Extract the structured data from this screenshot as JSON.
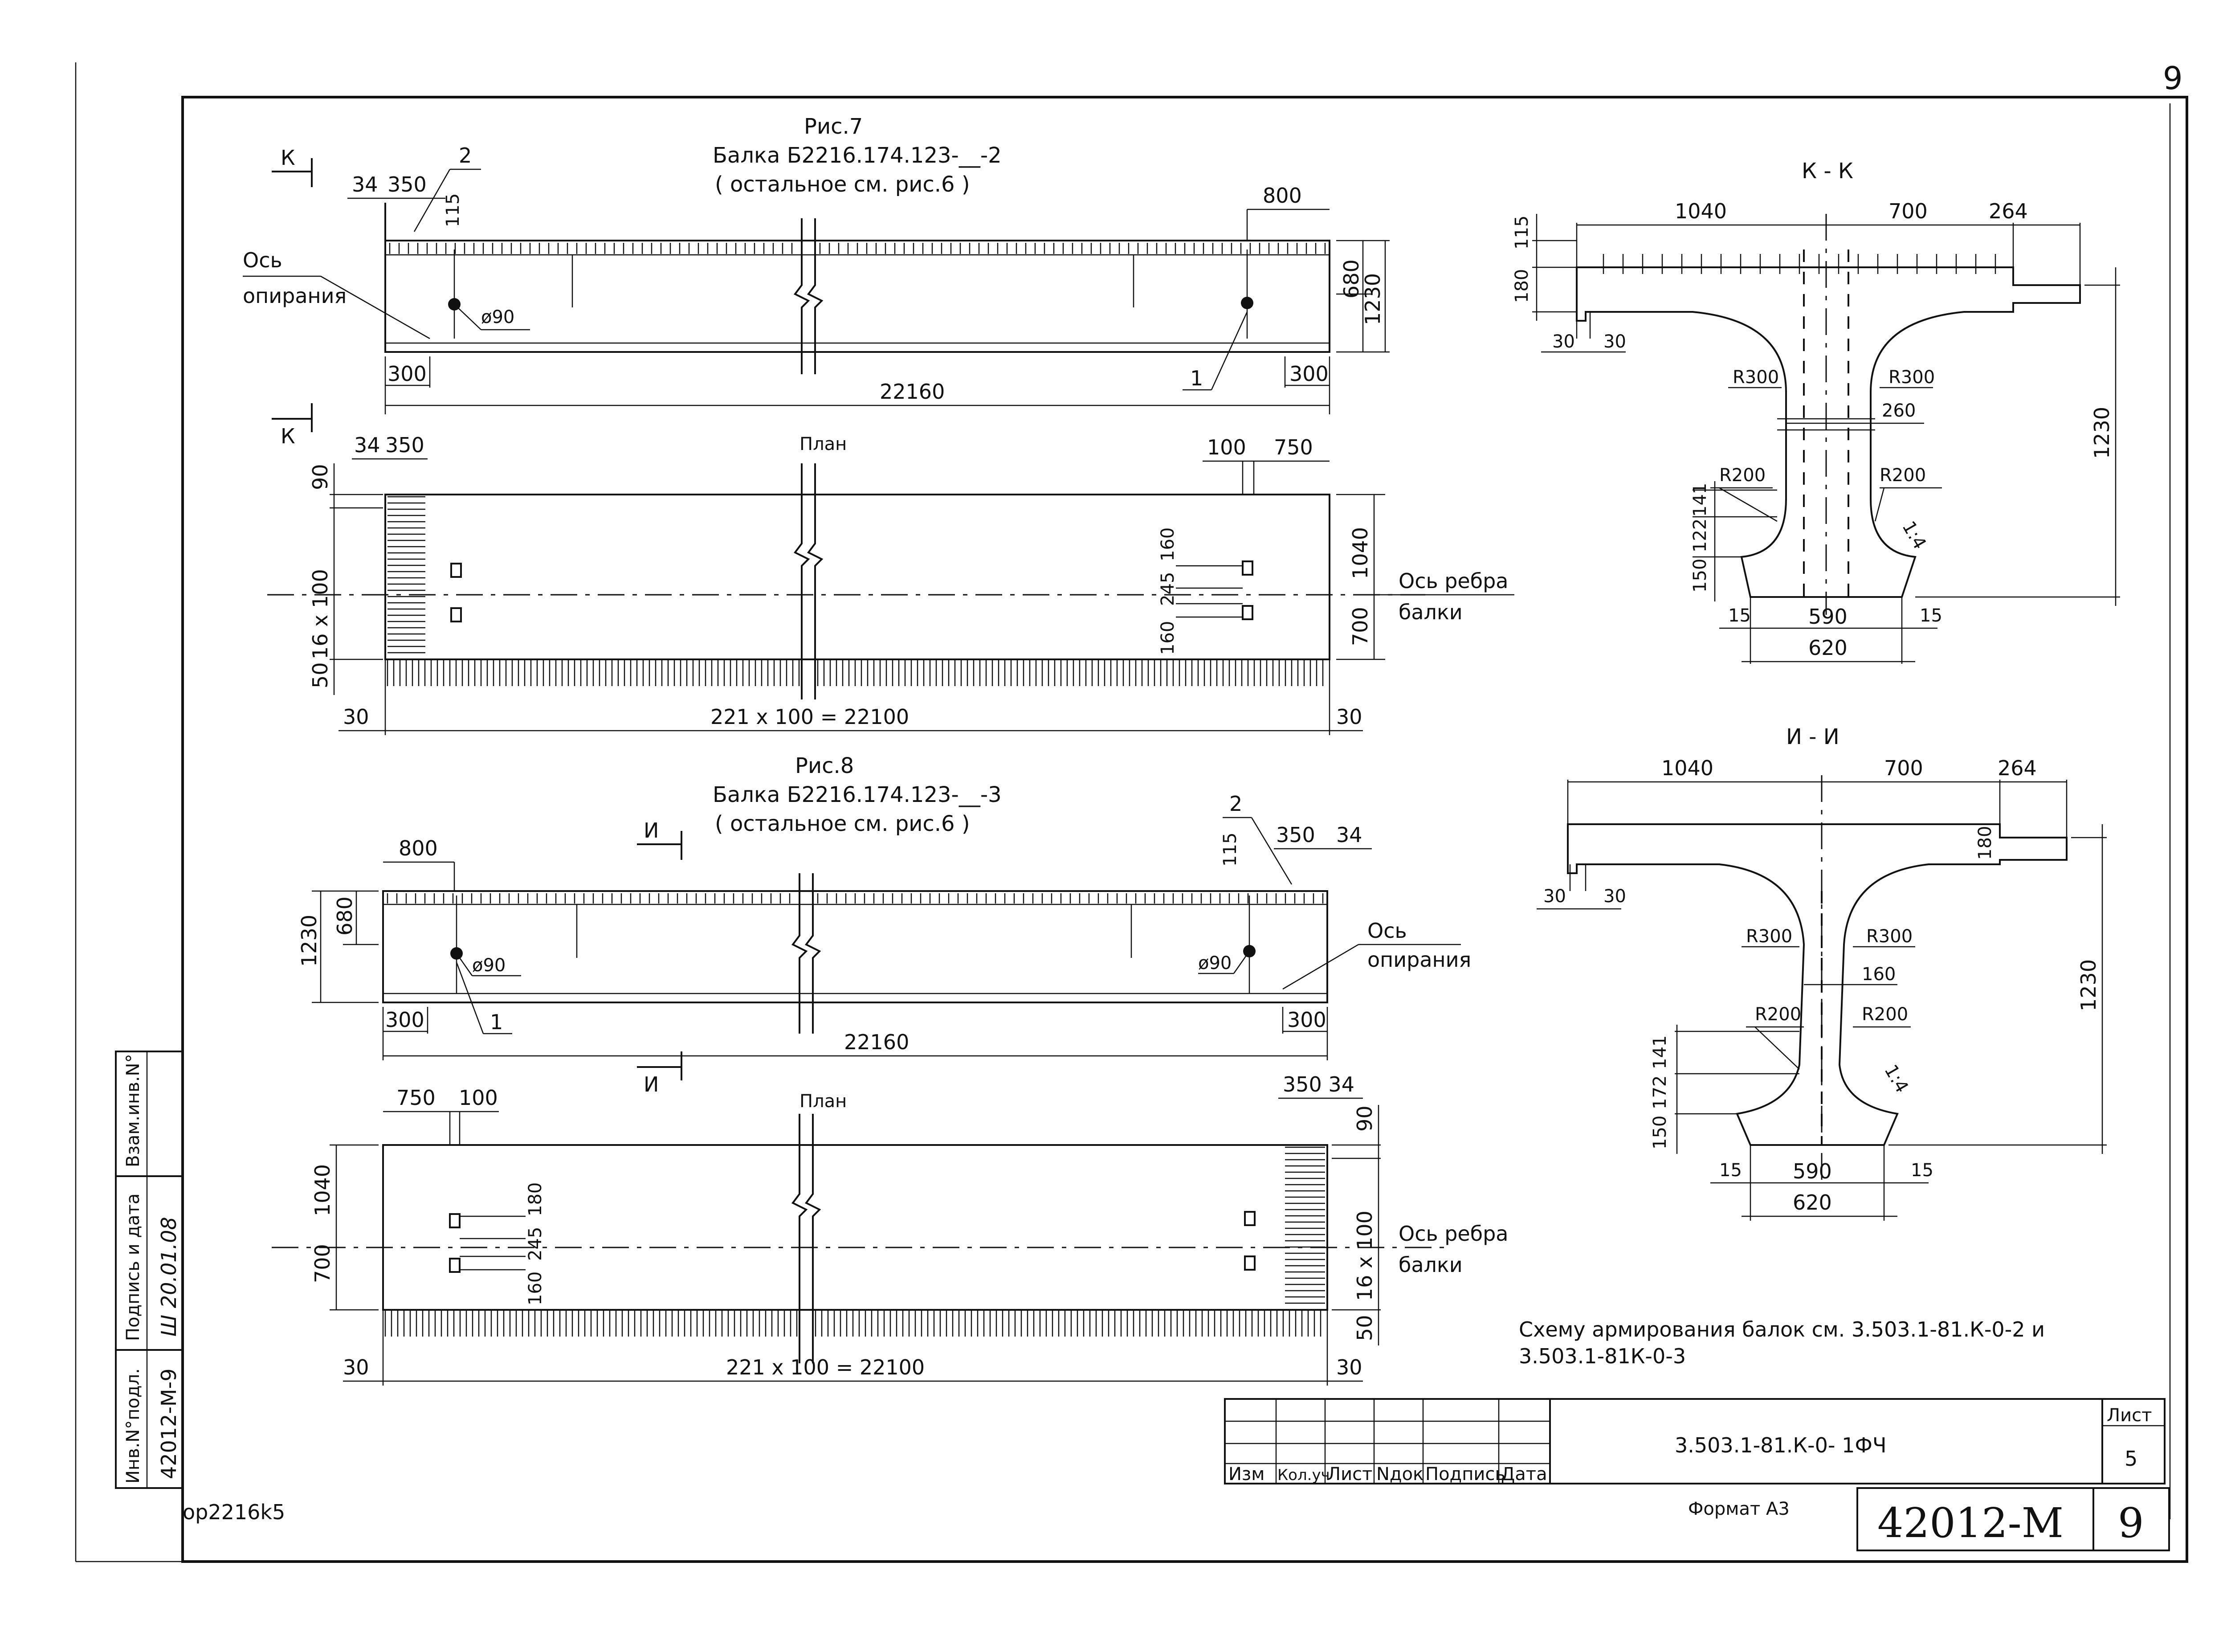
{
  "page": {
    "sheet_number_top": "9",
    "stamp_code": "op2216k5"
  },
  "fig7": {
    "fig_label": "Рис.7",
    "title": "Балка Б2216.174.123-__-2",
    "subtitle": "( остальное см. рис.6 )",
    "section_mark": "К",
    "dims": {
      "top_left_34": "34",
      "top_left_350": "350",
      "d115": "115",
      "d800": "800",
      "d680": "680",
      "d1230": "1230",
      "d300_left": "300",
      "d300_right": "300",
      "d22160": "22160",
      "phi90": "ø90"
    },
    "callouts": {
      "c1": "1",
      "c2": "2"
    },
    "axis_support_line1": "Ось",
    "axis_support_line2": "опирания"
  },
  "plan7": {
    "title": "План",
    "dims": {
      "d34": "34",
      "d350": "350",
      "d100": "100",
      "d750": "750",
      "d90": "90",
      "d16x100": "16 x 100",
      "d50": "50",
      "d1040": "1040",
      "d700": "700",
      "d160a": "160",
      "d245": "245",
      "d160b": "160",
      "d30_left": "30",
      "d30_right": "30",
      "total": "221 x 100 = 22100"
    },
    "rib_axis_line1": "Ось ребра",
    "rib_axis_line2": "балки"
  },
  "fig8": {
    "fig_label": "Рис.8",
    "title": "Балка Б2216.174.123-__-3",
    "subtitle": "( остальное см. рис.6 )",
    "section_mark": "И",
    "dims": {
      "d800": "800",
      "d1230": "1230",
      "d680": "680",
      "d115": "115",
      "d350": "350",
      "d34": "34",
      "d300_left": "300",
      "d300_right": "300",
      "d22160": "22160",
      "phi90_left": "ø90",
      "phi90_right": "ø90"
    },
    "callouts": {
      "c1": "1",
      "c2": "2"
    },
    "axis_support_line1": "Ось",
    "axis_support_line2": "опирания"
  },
  "plan8": {
    "title": "План",
    "dims": {
      "d750": "750",
      "d100": "100",
      "d350_34": "350 34",
      "d90": "90",
      "d16x100": "16 x 100",
      "d50": "50",
      "d1040": "1040",
      "d700": "700",
      "d180": "180",
      "d245": "245",
      "d160": "160",
      "d30_left": "30",
      "d30_right": "30",
      "total": "221 x 100 = 22100"
    },
    "rib_axis_line1": "Ось ребра",
    "rib_axis_line2": "балки"
  },
  "sectionKK": {
    "title": "К - К",
    "dims": {
      "d1040": "1040",
      "d700": "700",
      "d264": "264",
      "d115": "115",
      "d180": "180",
      "d30a": "30",
      "d30b": "30",
      "r300_left": "R300",
      "r300_right": "R300",
      "d260": "260",
      "r200_left": "R200",
      "r200_right": "R200",
      "d1230": "1230",
      "d141": "141",
      "d122": "122",
      "d150": "150",
      "d15_left": "15",
      "d590": "590",
      "d15_right": "15",
      "d620": "620",
      "slope": "1:4"
    }
  },
  "sectionII": {
    "title": "И - И",
    "dims": {
      "d1040": "1040",
      "d700": "700",
      "d264": "264",
      "d180": "180",
      "d30a": "30",
      "d30b": "30",
      "r300_left": "R300",
      "r300_right": "R300",
      "d160": "160",
      "r200_left": "R200",
      "r200_right": "R200",
      "d1230": "1230",
      "d141": "141",
      "d172": "172",
      "d150": "150",
      "d15_left": "15",
      "d590": "590",
      "d15_right": "15",
      "d620": "620",
      "slope": "1:4"
    }
  },
  "note": {
    "line1": "Схему армирования балок см. 3.503.1-81.К-0-2 и",
    "line2": "3.503.1-81К-0-3"
  },
  "title_block": {
    "columns": [
      "Изм",
      "Кол.уч",
      "Лист",
      "Nдок",
      "Подпись",
      "Дата"
    ],
    "doc_code": "3.503.1-81.К-0- 1ФЧ",
    "sheet_label": "Лист",
    "sheet_value": "5",
    "format": "Формат А3",
    "archive_number": "42012-M",
    "archive_sheet": "9"
  },
  "side_stamp": {
    "inv_label": "Инв.N°подл.",
    "inv_value": "42012-M-9",
    "sign_label": "Подпись и дата",
    "sign_value": "Ш 20.01.08",
    "replace_label": "Взам.инв.N°"
  }
}
